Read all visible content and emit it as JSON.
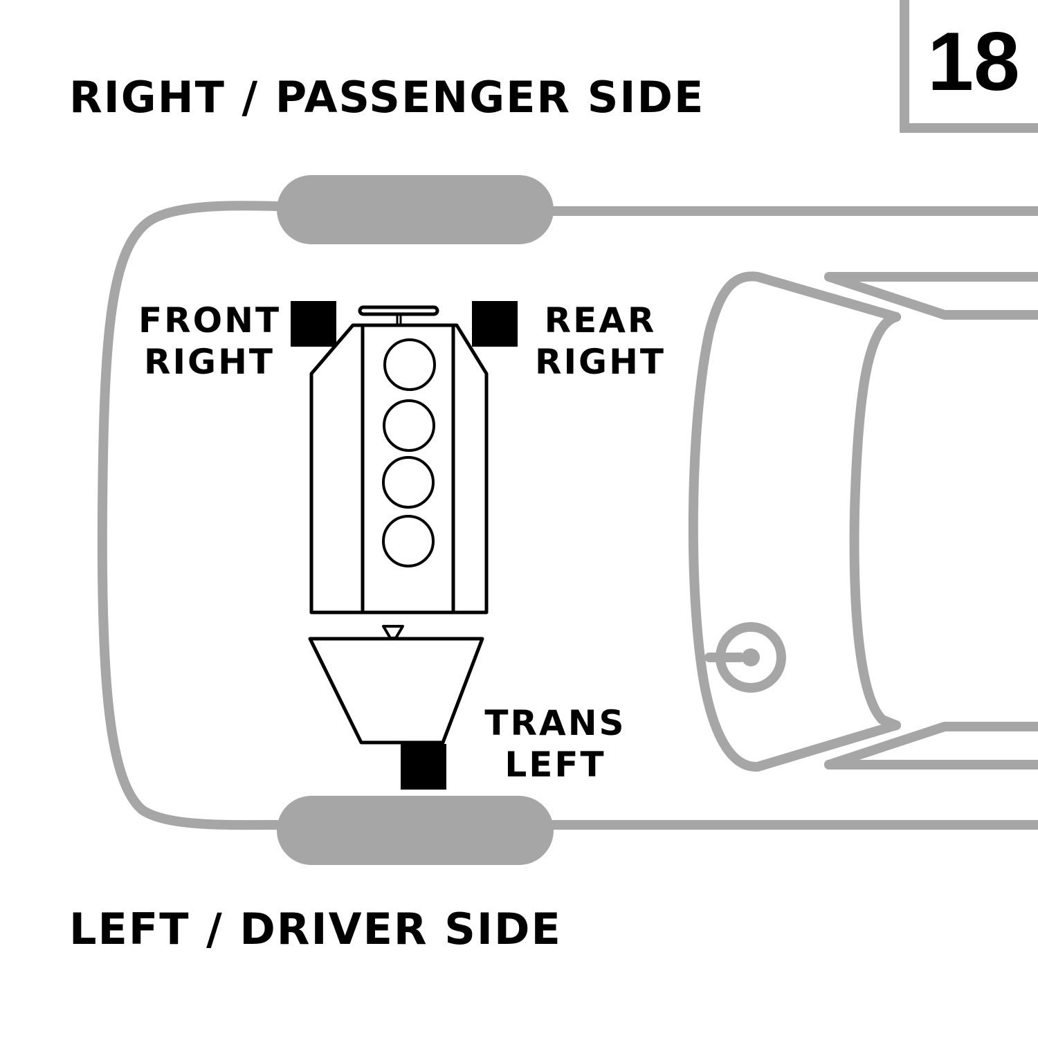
{
  "diagram": {
    "number": "18",
    "top_label": "RIGHT / PASSENGER SIDE",
    "bottom_label": "LEFT / DRIVER SIDE",
    "mounts": [
      {
        "id": "front-right",
        "line1": "FRONT",
        "line2": "RIGHT"
      },
      {
        "id": "rear-right",
        "line1": "REAR",
        "line2": "RIGHT"
      },
      {
        "id": "trans-left",
        "line1": "TRANS",
        "line2": "LEFT"
      }
    ],
    "engine": {
      "cylinders": 4
    },
    "colors": {
      "vehicle_outline": "#a6a6a6",
      "engine_outline": "#000000",
      "mount_fill": "#000000",
      "background": "#ffffff"
    }
  }
}
